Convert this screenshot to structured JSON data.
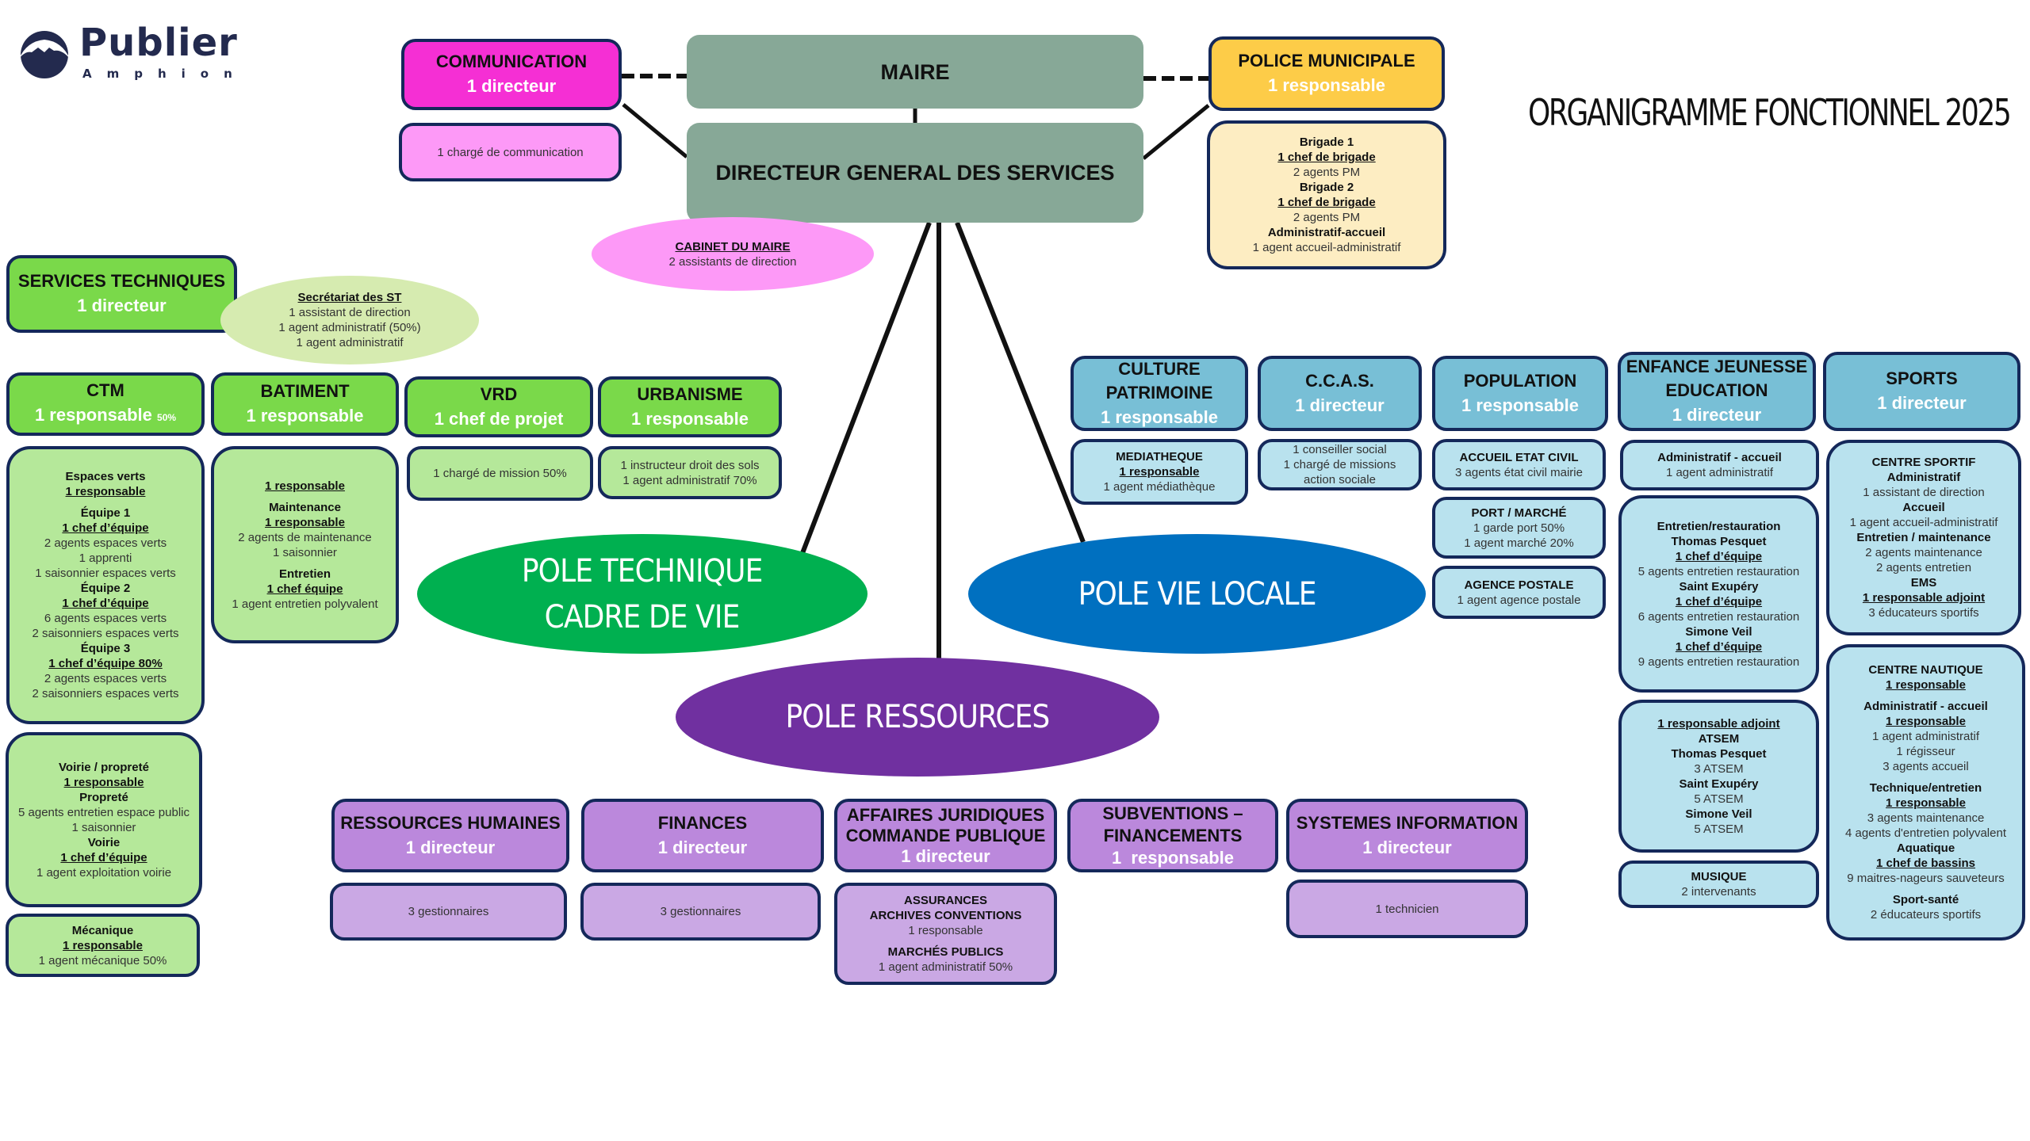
{
  "logo": {
    "name": "Publier",
    "subtitle": "Amphion",
    "icon": "mountain-circle-icon"
  },
  "title": "ORGANIGRAMME FONCTIONNEL 2025",
  "colors": {
    "maire": "#87a897",
    "communication": "#f52fd4",
    "communication_detail": "#fd99f7",
    "police": "#fdcc48",
    "police_detail": "#fdedc2",
    "pole_technique": "#00b050",
    "pole_vie_locale": "#0070c0",
    "pole_ressources": "#7030a0",
    "border": "#14285a"
  },
  "top": {
    "maire": "MAIRE",
    "dgs": "DIRECTEUR GENERAL DES SERVICES",
    "communication": {
      "title": "COMMUNICATION",
      "sub": "1 directeur",
      "detail": "1 chargé de communication"
    },
    "police": {
      "title": "POLICE MUNICIPALE",
      "sub": "1 responsable",
      "detail": [
        {
          "text": "Brigade 1",
          "style": "b"
        },
        {
          "text": "1 chef de brigade",
          "style": "u"
        },
        {
          "text": "2 agents PM",
          "style": "n"
        },
        {
          "text": "Brigade 2",
          "style": "b"
        },
        {
          "text": "1 chef de brigade",
          "style": "u"
        },
        {
          "text": "2 agents PM",
          "style": "n"
        },
        {
          "text": "Administratif-accueil",
          "style": "b"
        },
        {
          "text": "1 agent accueil-administratif",
          "style": "n"
        }
      ]
    },
    "cabinet": {
      "title": "CABINET DU MAIRE",
      "detail": "2 assistants de direction"
    }
  },
  "poles": {
    "technique": [
      "POLE TECHNIQUE",
      "CADRE DE VIE"
    ],
    "vie_locale": "POLE VIE LOCALE",
    "ressources": "POLE RESSOURCES"
  },
  "technique": {
    "services": {
      "title": "SERVICES TECHNIQUES",
      "sub": "1 directeur"
    },
    "secretariat": {
      "title": "Secrétariat des ST",
      "lines": [
        "1 assistant de direction",
        "1 agent administratif (50%)",
        "1 agent administratif"
      ]
    },
    "ctm": {
      "title": "CTM",
      "sub": "1 responsable",
      "sub_small": "50%"
    },
    "batiment": {
      "title": "BATIMENT",
      "sub": "1 responsable"
    },
    "vrd": {
      "title": "VRD",
      "sub": "1 chef de projet",
      "detail": "1 chargé de mission 50%"
    },
    "urbanisme": {
      "title": "URBANISME",
      "sub": "1 responsable",
      "detail": [
        "1 instructeur droit des sols",
        "1 agent administratif 70%"
      ]
    },
    "espaces_verts": [
      {
        "text": "Espaces verts",
        "style": "b"
      },
      {
        "text": "1 responsable",
        "style": "u"
      },
      {
        "text": "",
        "style": "gap"
      },
      {
        "text": "Équipe 1",
        "style": "b"
      },
      {
        "text": "1 chef d’équipe",
        "style": "u"
      },
      {
        "text": "2 agents espaces verts",
        "style": "n"
      },
      {
        "text": "1 apprenti",
        "style": "n"
      },
      {
        "text": "1 saisonnier espaces verts",
        "style": "n"
      },
      {
        "text": "Équipe 2",
        "style": "b"
      },
      {
        "text": "1 chef d’équipe",
        "style": "u"
      },
      {
        "text": "6 agents espaces verts",
        "style": "n"
      },
      {
        "text": "2 saisonniers espaces verts",
        "style": "n"
      },
      {
        "text": "Équipe 3",
        "style": "b"
      },
      {
        "text": "1 chef d’équipe 80%",
        "style": "u"
      },
      {
        "text": "2 agents espaces verts",
        "style": "n"
      },
      {
        "text": "2 saisonniers espaces verts",
        "style": "n"
      }
    ],
    "batiment_detail": [
      {
        "text": "1 responsable",
        "style": "u"
      },
      {
        "text": "",
        "style": "gap"
      },
      {
        "text": "Maintenance",
        "style": "b"
      },
      {
        "text": "1 responsable",
        "style": "u"
      },
      {
        "text": "2 agents de maintenance",
        "style": "n"
      },
      {
        "text": "1 saisonnier",
        "style": "n"
      },
      {
        "text": "",
        "style": "gap"
      },
      {
        "text": "Entretien",
        "style": "b"
      },
      {
        "text": "1 chef équipe",
        "style": "u"
      },
      {
        "text": "1 agent entretien polyvalent",
        "style": "n"
      }
    ],
    "voirie": [
      {
        "text": "Voirie / propreté",
        "style": "b"
      },
      {
        "text": "1 responsable",
        "style": "u"
      },
      {
        "text": "Propreté",
        "style": "b"
      },
      {
        "text": "5 agents entretien espace public",
        "style": "n"
      },
      {
        "text": "1 saisonnier",
        "style": "n"
      },
      {
        "text": "Voirie",
        "style": "b"
      },
      {
        "text": "1 chef d’équipe",
        "style": "u"
      },
      {
        "text": "1 agent exploitation voirie",
        "style": "n"
      }
    ],
    "mecanique": [
      {
        "text": "Mécanique",
        "style": "b"
      },
      {
        "text": "1 responsable",
        "style": "u"
      },
      {
        "text": "1 agent mécanique 50%",
        "style": "n"
      }
    ]
  },
  "vie_locale": {
    "culture": {
      "title": [
        "CULTURE",
        "PATRIMOINE"
      ],
      "sub": "1 responsable",
      "detail": [
        {
          "text": "MEDIATHEQUE",
          "style": "b"
        },
        {
          "text": "1 responsable",
          "style": "u"
        },
        {
          "text": "1 agent médiathèque",
          "style": "n"
        }
      ]
    },
    "ccas": {
      "title": "C.C.A.S.",
      "sub": "1 directeur",
      "detail": [
        "1 conseiller social",
        "1 chargé de missions",
        "action sociale"
      ]
    },
    "population": {
      "title": "POPULATION",
      "sub": "1 responsable",
      "accueil": {
        "title": "ACCUEIL ETAT CIVIL",
        "lines": [
          "3 agents état civil mairie"
        ]
      },
      "port": {
        "title": "PORT / MARCHÉ",
        "lines": [
          "1 garde port 50%",
          "1 agent marché 20%"
        ]
      },
      "agence": {
        "title": "AGENCE POSTALE",
        "lines": [
          "1 agent agence postale"
        ]
      }
    },
    "enfance": {
      "title": [
        "ENFANCE JEUNESSE",
        "EDUCATION"
      ],
      "sub": "1 directeur",
      "admin": {
        "title": "Administratif - accueil",
        "lines": [
          "1 agent administratif"
        ]
      },
      "entretien": [
        {
          "text": "Entretien/restauration",
          "style": "b"
        },
        {
          "text": "Thomas Pesquet",
          "style": "b"
        },
        {
          "text": "1 chef d’équipe",
          "style": "u"
        },
        {
          "text": "5 agents entretien restauration",
          "style": "n"
        },
        {
          "text": "Saint Exupéry",
          "style": "b"
        },
        {
          "text": "1 chef d’équipe",
          "style": "u"
        },
        {
          "text": "6 agents entretien restauration",
          "style": "n"
        },
        {
          "text": "Simone Veil",
          "style": "b"
        },
        {
          "text": "1 chef d’équipe",
          "style": "u"
        },
        {
          "text": "9 agents entretien restauration",
          "style": "n"
        }
      ],
      "atsem": [
        {
          "text": "1 responsable adjoint",
          "style": "u"
        },
        {
          "text": "ATSEM",
          "style": "b"
        },
        {
          "text": "Thomas Pesquet",
          "style": "b"
        },
        {
          "text": "3 ATSEM",
          "style": "n"
        },
        {
          "text": "Saint Exupéry",
          "style": "b"
        },
        {
          "text": "5 ATSEM",
          "style": "n"
        },
        {
          "text": "Simone Veil",
          "style": "b"
        },
        {
          "text": "5 ATSEM",
          "style": "n"
        }
      ],
      "musique": {
        "title": "MUSIQUE",
        "lines": [
          "2 intervenants"
        ]
      }
    },
    "sports": {
      "title": "SPORTS",
      "sub": "1 directeur",
      "centre_sportif": [
        {
          "text": "CENTRE SPORTIF",
          "style": "b"
        },
        {
          "text": "Administratif",
          "style": "b"
        },
        {
          "text": "1 assistant de direction",
          "style": "n"
        },
        {
          "text": "Accueil",
          "style": "b"
        },
        {
          "text": "1 agent accueil-administratif",
          "style": "n"
        },
        {
          "text": "Entretien / maintenance",
          "style": "b"
        },
        {
          "text": "2 agents maintenance",
          "style": "n"
        },
        {
          "text": "2 agents entretien",
          "style": "n"
        },
        {
          "text": "EMS",
          "style": "b"
        },
        {
          "text": "1 responsable adjoint",
          "style": "u"
        },
        {
          "text": "3 éducateurs sportifs",
          "style": "n"
        }
      ],
      "centre_nautique": [
        {
          "text": "CENTRE NAUTIQUE",
          "style": "b"
        },
        {
          "text": "1 responsable",
          "style": "u"
        },
        {
          "text": "",
          "style": "gap"
        },
        {
          "text": "Administratif - accueil",
          "style": "b"
        },
        {
          "text": "1 responsable",
          "style": "u"
        },
        {
          "text": "1 agent administratif",
          "style": "n"
        },
        {
          "text": "1 régisseur",
          "style": "n"
        },
        {
          "text": "3 agents accueil",
          "style": "n"
        },
        {
          "text": "",
          "style": "gap"
        },
        {
          "text": "Technique/entretien",
          "style": "b"
        },
        {
          "text": "1 responsable",
          "style": "u"
        },
        {
          "text": "3 agents maintenance",
          "style": "n"
        },
        {
          "text": "4 agents d'entretien polyvalent",
          "style": "n"
        },
        {
          "text": "Aquatique",
          "style": "b"
        },
        {
          "text": "1 chef de bassins",
          "style": "u"
        },
        {
          "text": "9 maitres-nageurs sauveteurs",
          "style": "n"
        },
        {
          "text": "",
          "style": "gap"
        },
        {
          "text": "Sport-santé",
          "style": "b"
        },
        {
          "text": "2 éducateurs sportifs",
          "style": "n"
        }
      ]
    }
  },
  "ressources": {
    "rh": {
      "title": "RESSOURCES HUMAINES",
      "sub": "1 directeur",
      "detail": "3 gestionnaires"
    },
    "finances": {
      "title": "FINANCES",
      "sub": "1 directeur",
      "detail": "3 gestionnaires"
    },
    "juridique": {
      "title": [
        "AFFAIRES JURIDIQUES",
        "COMMANDE PUBLIQUE"
      ],
      "sub": "1 directeur",
      "detail": [
        {
          "text": "ASSURANCES",
          "style": "b"
        },
        {
          "text": "ARCHIVES CONVENTIONS",
          "style": "b"
        },
        {
          "text": "1 responsable",
          "style": "n"
        },
        {
          "text": "",
          "style": "gap"
        },
        {
          "text": "MARCHÉS PUBLICS",
          "style": "b"
        },
        {
          "text": "1 agent administratif 50%",
          "style": "n"
        }
      ]
    },
    "subventions": {
      "title": [
        "SUBVENTIONS –",
        "FINANCEMENTS"
      ],
      "sub": "1  responsable"
    },
    "si": {
      "title": "SYSTEMES INFORMATION",
      "sub": "1 directeur",
      "detail": "1 technicien"
    }
  }
}
